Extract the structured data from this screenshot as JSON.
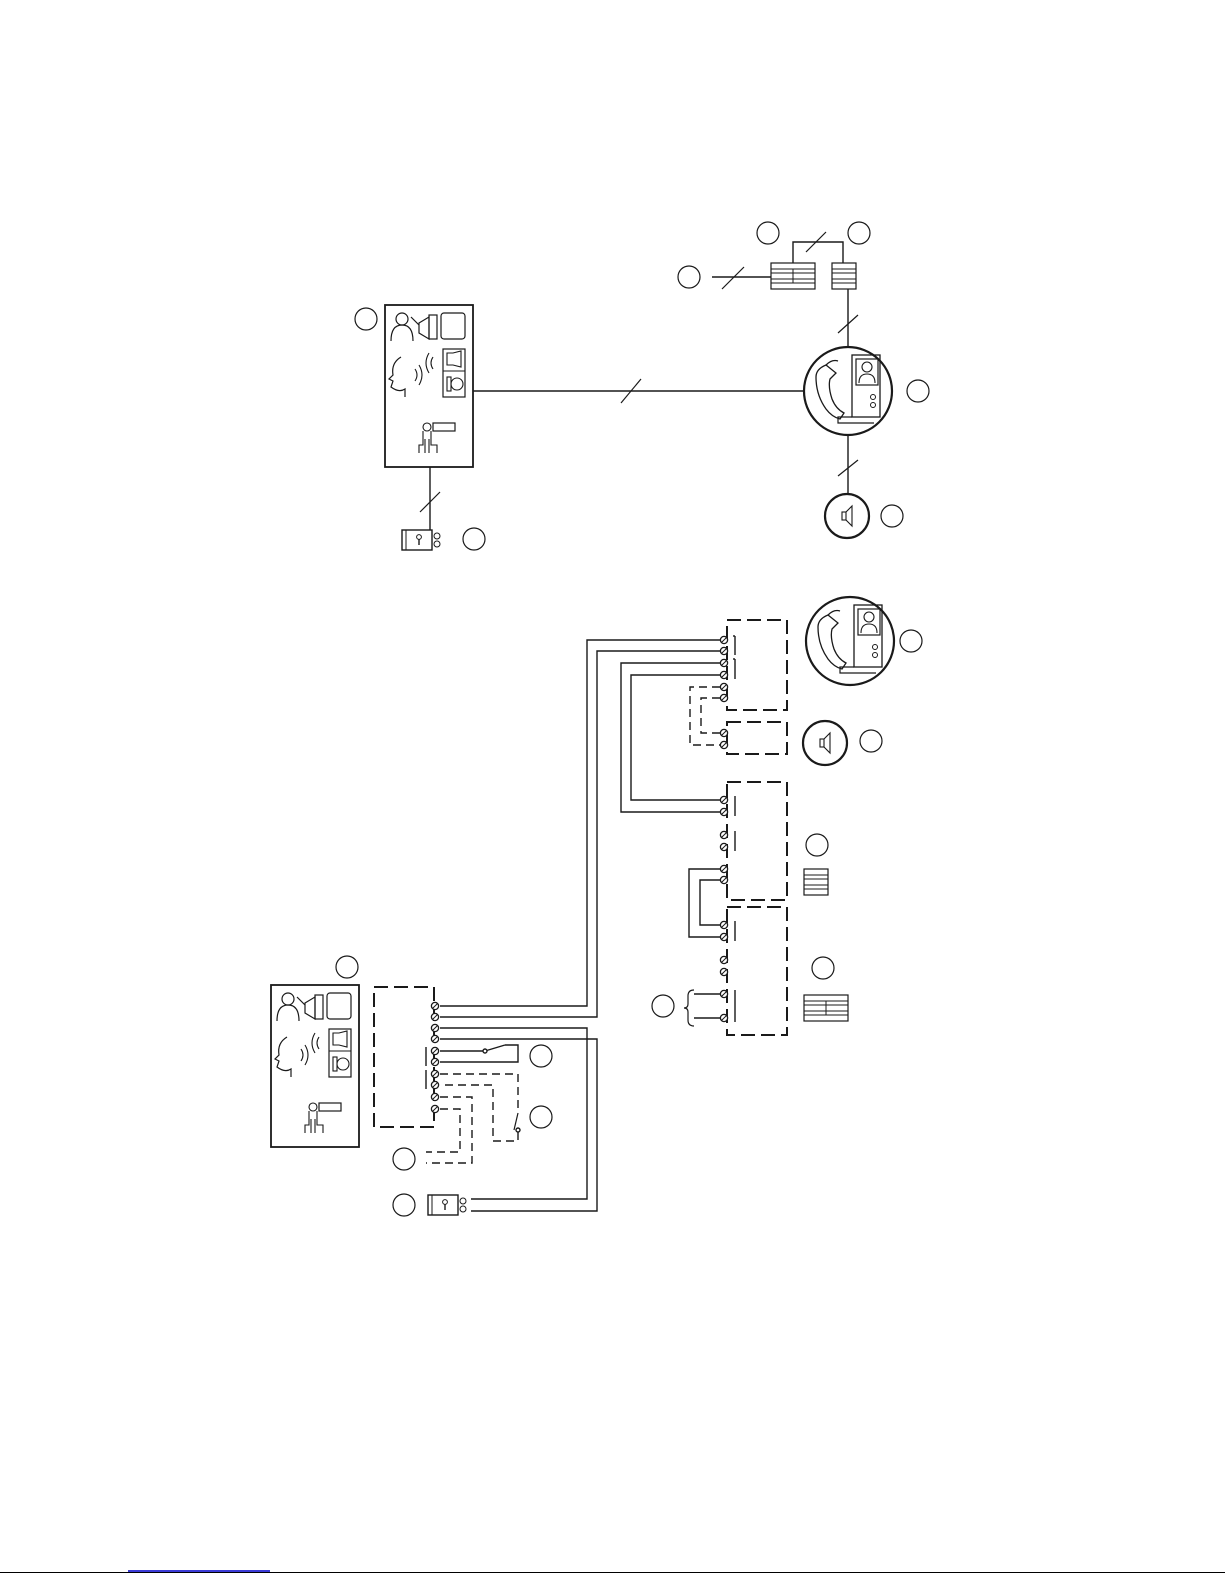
{
  "title": "",
  "components": [
    "video-door-panel",
    "video-monitor",
    "power-supply",
    "door-lock",
    "chime-speaker"
  ],
  "colors": {
    "ink": "#1a1a1a",
    "background": "#ffffff",
    "footer_link": "#3b3bd6"
  }
}
